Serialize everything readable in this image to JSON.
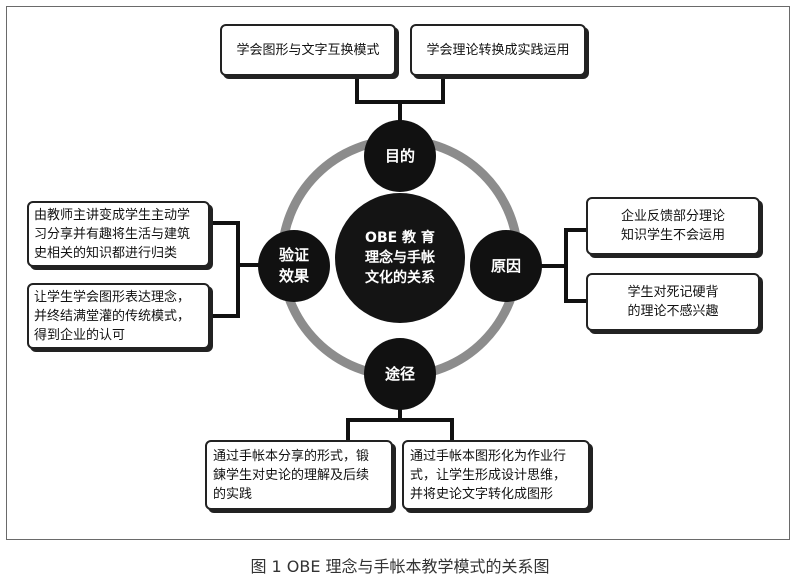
{
  "center": {
    "label": "OBE 教 育\n理念与手帐\n文化的关系"
  },
  "nodes": {
    "top": "目的",
    "right": "原因",
    "bottom": "途径",
    "left": "验证\n效果"
  },
  "boxes": {
    "top_left": "学会图形与文字互换模式",
    "top_right": "学会理论转换成实践运用",
    "right_top": "企业反馈部分理论\n知识学生不会运用",
    "right_bottom": "学生对死记硬背\n的理论不感兴趣",
    "bottom_left": "通过手帐本分享的形式，锻\n鍊学生对史论的理解及后续\n的实践",
    "bottom_right": "通过手帐本图形化为作业行\n式，让学生形成设计思维，\n并将史论文字转化成图形",
    "left_top": "由教师主讲变成学生主动学\n习分享并有趣将生活与建筑\n史相关的知识都进行归类",
    "left_bottom": "让学生学会图形表达理念，\n并终结满堂灌的传统模式，\n得到企业的认可"
  },
  "caption": "图 1 OBE 理念与手帐本教学模式的关系图"
}
